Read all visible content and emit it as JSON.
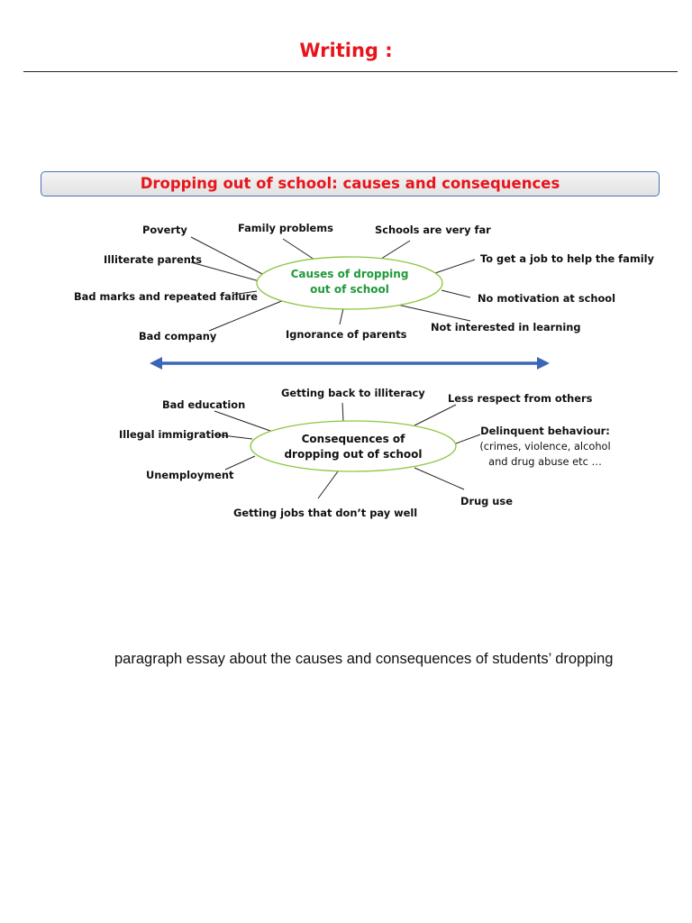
{
  "heading": "Writing :",
  "diagram_title": "Dropping out of school: causes and consequences",
  "causes": {
    "center_line1": "Causes of dropping",
    "center_line2": "out of school",
    "items": [
      "Poverty",
      "Family problems",
      "Schools are very far",
      "Illiterate  parents",
      "To get a job to help the family",
      "Bad marks and repeated failure",
      "No motivation at school",
      "Bad company",
      "Ignorance of parents",
      "Not interested in learning"
    ]
  },
  "consequences": {
    "center_line1": "Consequences of",
    "center_line2": "dropping out of school",
    "items": [
      "Bad education",
      "Getting back to illiteracy",
      "Less respect from others",
      "Illegal immigration",
      "Unemployment",
      "Getting jobs that don’t pay well",
      "Drug use"
    ],
    "delinquent": {
      "line1": "Delinquent behaviour:",
      "line2": "(crimes, violence, alcohol",
      "line3": "and drug abuse etc …"
    }
  },
  "essay_prompt": "paragraph essay about the causes and consequences of students’ dropping",
  "colors": {
    "heading": "#e8141b",
    "causes_center": "#1f9a3a",
    "arrow": "#3b66b5",
    "ellipse_stroke": "#8cc63f",
    "title_border": "#4a73b8"
  }
}
